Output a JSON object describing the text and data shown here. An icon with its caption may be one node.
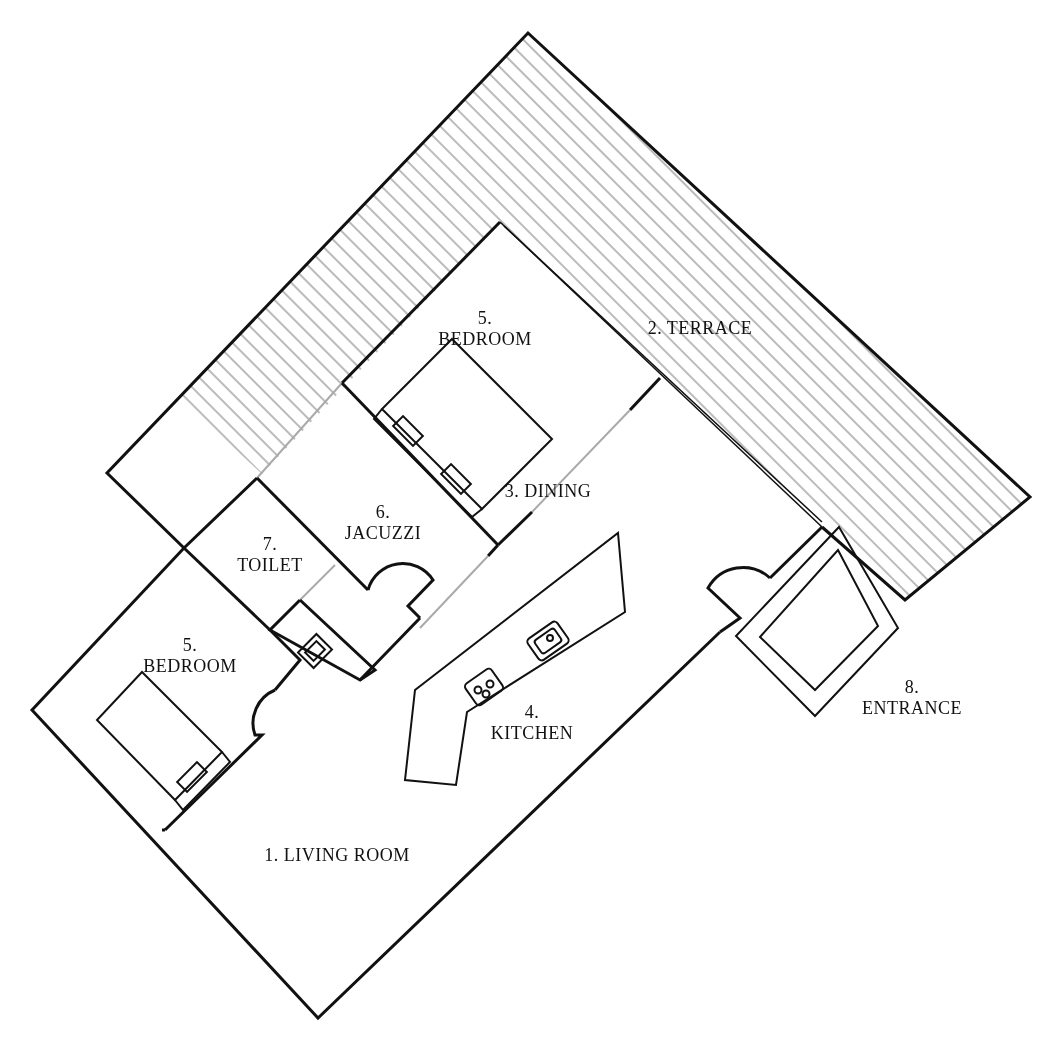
{
  "diagram": {
    "labels": [
      "5. BEDROOM",
      "2. TERRACE",
      "3. DINING",
      "6. JACUZZI",
      "7. TOILET",
      "5. BEDROOM",
      "8. ENTRANCE",
      "4. KITCHEN",
      "1. LIVING ROOM"
    ]
  }
}
